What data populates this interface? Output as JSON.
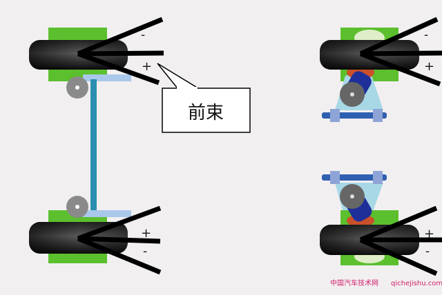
{
  "callout": {
    "text": "前束"
  },
  "signs": {
    "minus": "-",
    "plus": "+"
  },
  "watermark": {
    "cn": "中国汽车技术网",
    "url": "qichejishu.com"
  },
  "colors": {
    "background": "#f2eff1",
    "green": "#5cbf2e",
    "tire": "#1a1a1a",
    "rod": "#2a8fb0",
    "spring": "#1f2f9a",
    "bar": "#2f5fb0"
  }
}
